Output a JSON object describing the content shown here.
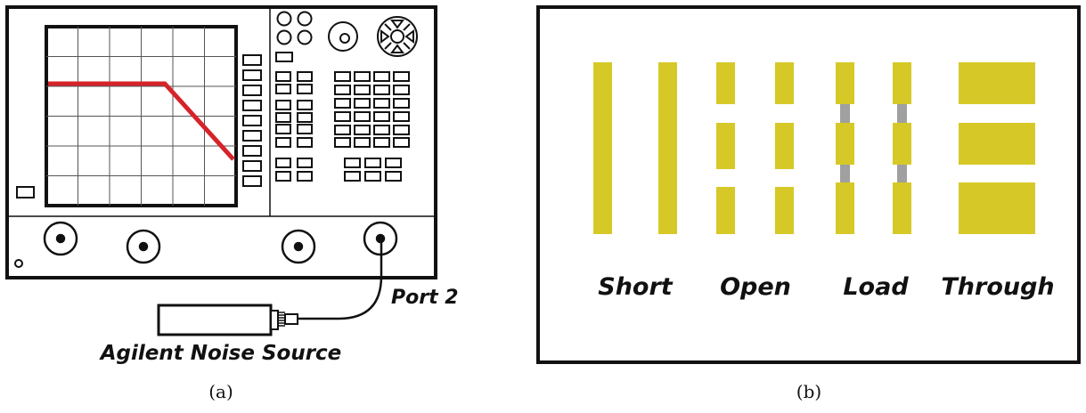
{
  "panel_a": {
    "caption": "(a)",
    "port_label": "Port 2",
    "noise_source_label": "Agilent Noise Source"
  },
  "panel_b": {
    "caption": "(b)",
    "standards": [
      {
        "label": "Short"
      },
      {
        "label": "Open"
      },
      {
        "label": "Load"
      },
      {
        "label": "Through"
      }
    ]
  },
  "colors": {
    "trace": "#d6232a",
    "pad": "#d6c927",
    "resistor": "#a0a0a0",
    "outline": "#111111"
  }
}
